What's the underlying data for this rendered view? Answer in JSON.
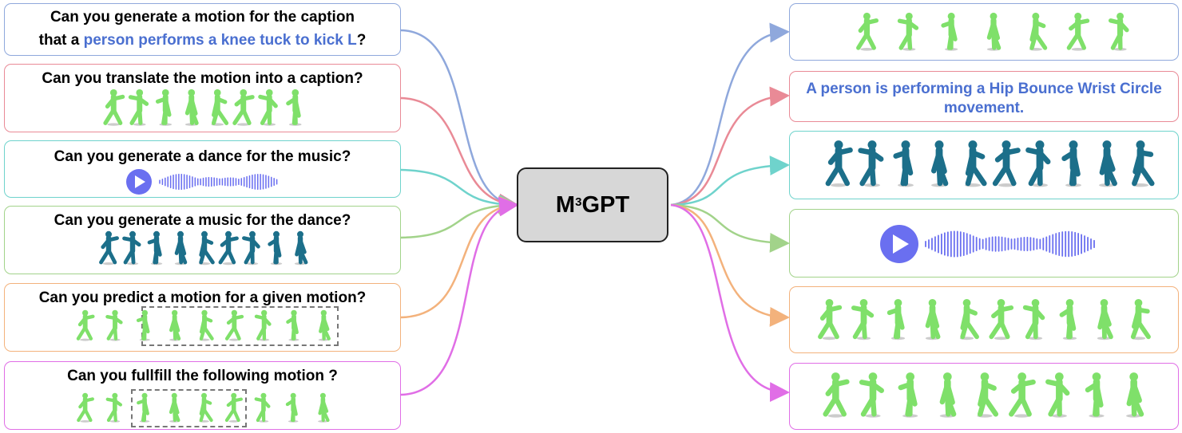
{
  "center": {
    "label": "M",
    "sup": "3",
    "label_rest": "GPT"
  },
  "tasks": [
    {
      "line1": "Can you generate a motion for the caption",
      "line2_prefix": "that a ",
      "line2_highlight": "person performs a knee tuck to kick L",
      "line2_suffix": "?",
      "color": "#8fa8dc"
    },
    {
      "text": "Can you translate the motion into a caption?",
      "color": "#e98a96"
    },
    {
      "text": "Can you generate a dance for the music?",
      "color": "#6fd3cc"
    },
    {
      "text": "Can you generate a music for the dance?",
      "color": "#a2d38a"
    },
    {
      "text": "Can you predict a motion for a given motion?",
      "color": "#f3b27c"
    },
    {
      "text": "Can you fullfill the following motion ?",
      "color": "#e06ee6"
    }
  ],
  "outputs": [
    {
      "type": "motion",
      "color": "#8fa8dc"
    },
    {
      "type": "caption",
      "text": "A person is performing a Hip Bounce Wrist Circle movement.",
      "color": "#e98a96"
    },
    {
      "type": "dance",
      "color": "#6fd3cc"
    },
    {
      "type": "music",
      "color": "#a2d38a"
    },
    {
      "type": "motion",
      "color": "#f3b27c"
    },
    {
      "type": "motion",
      "color": "#e06ee6"
    }
  ],
  "colors": {
    "motion_figure": "#7fe06a",
    "dance_figure": "#1c6f8a",
    "audio": "#6a6ff0",
    "center_fill": "#d7d7d7"
  }
}
